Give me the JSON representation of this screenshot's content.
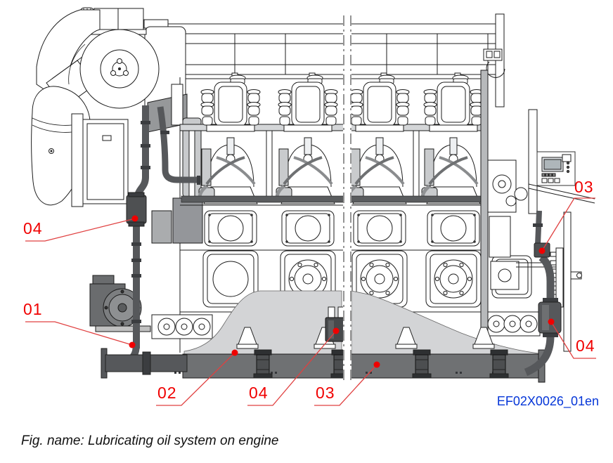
{
  "figure": {
    "caption": "Fig. name: Lubricating oil system on engine",
    "doc_number": "EF02X0026_01en",
    "subject": "marine-diesel-engine-side-view"
  },
  "callouts": [
    {
      "id": "callout-04-left",
      "label": "04"
    },
    {
      "id": "callout-01",
      "label": "01"
    },
    {
      "id": "callout-02",
      "label": "02"
    },
    {
      "id": "callout-04-bottom",
      "label": "04"
    },
    {
      "id": "callout-03-bottom",
      "label": "03"
    },
    {
      "id": "callout-03-right",
      "label": "03"
    },
    {
      "id": "callout-04-right",
      "label": "04"
    }
  ],
  "colors": {
    "callout_red": "#f00000",
    "callout_line": "#e04040",
    "doc_blue": "#0536d8",
    "line_black": "#1c1c1c",
    "pipe_gray": "#56585b",
    "pipe_dark": "#3b3d40",
    "sump_gray": "#d3d4d6",
    "frame_gray": "#6f7173",
    "module_gray": "#c8cacc"
  }
}
